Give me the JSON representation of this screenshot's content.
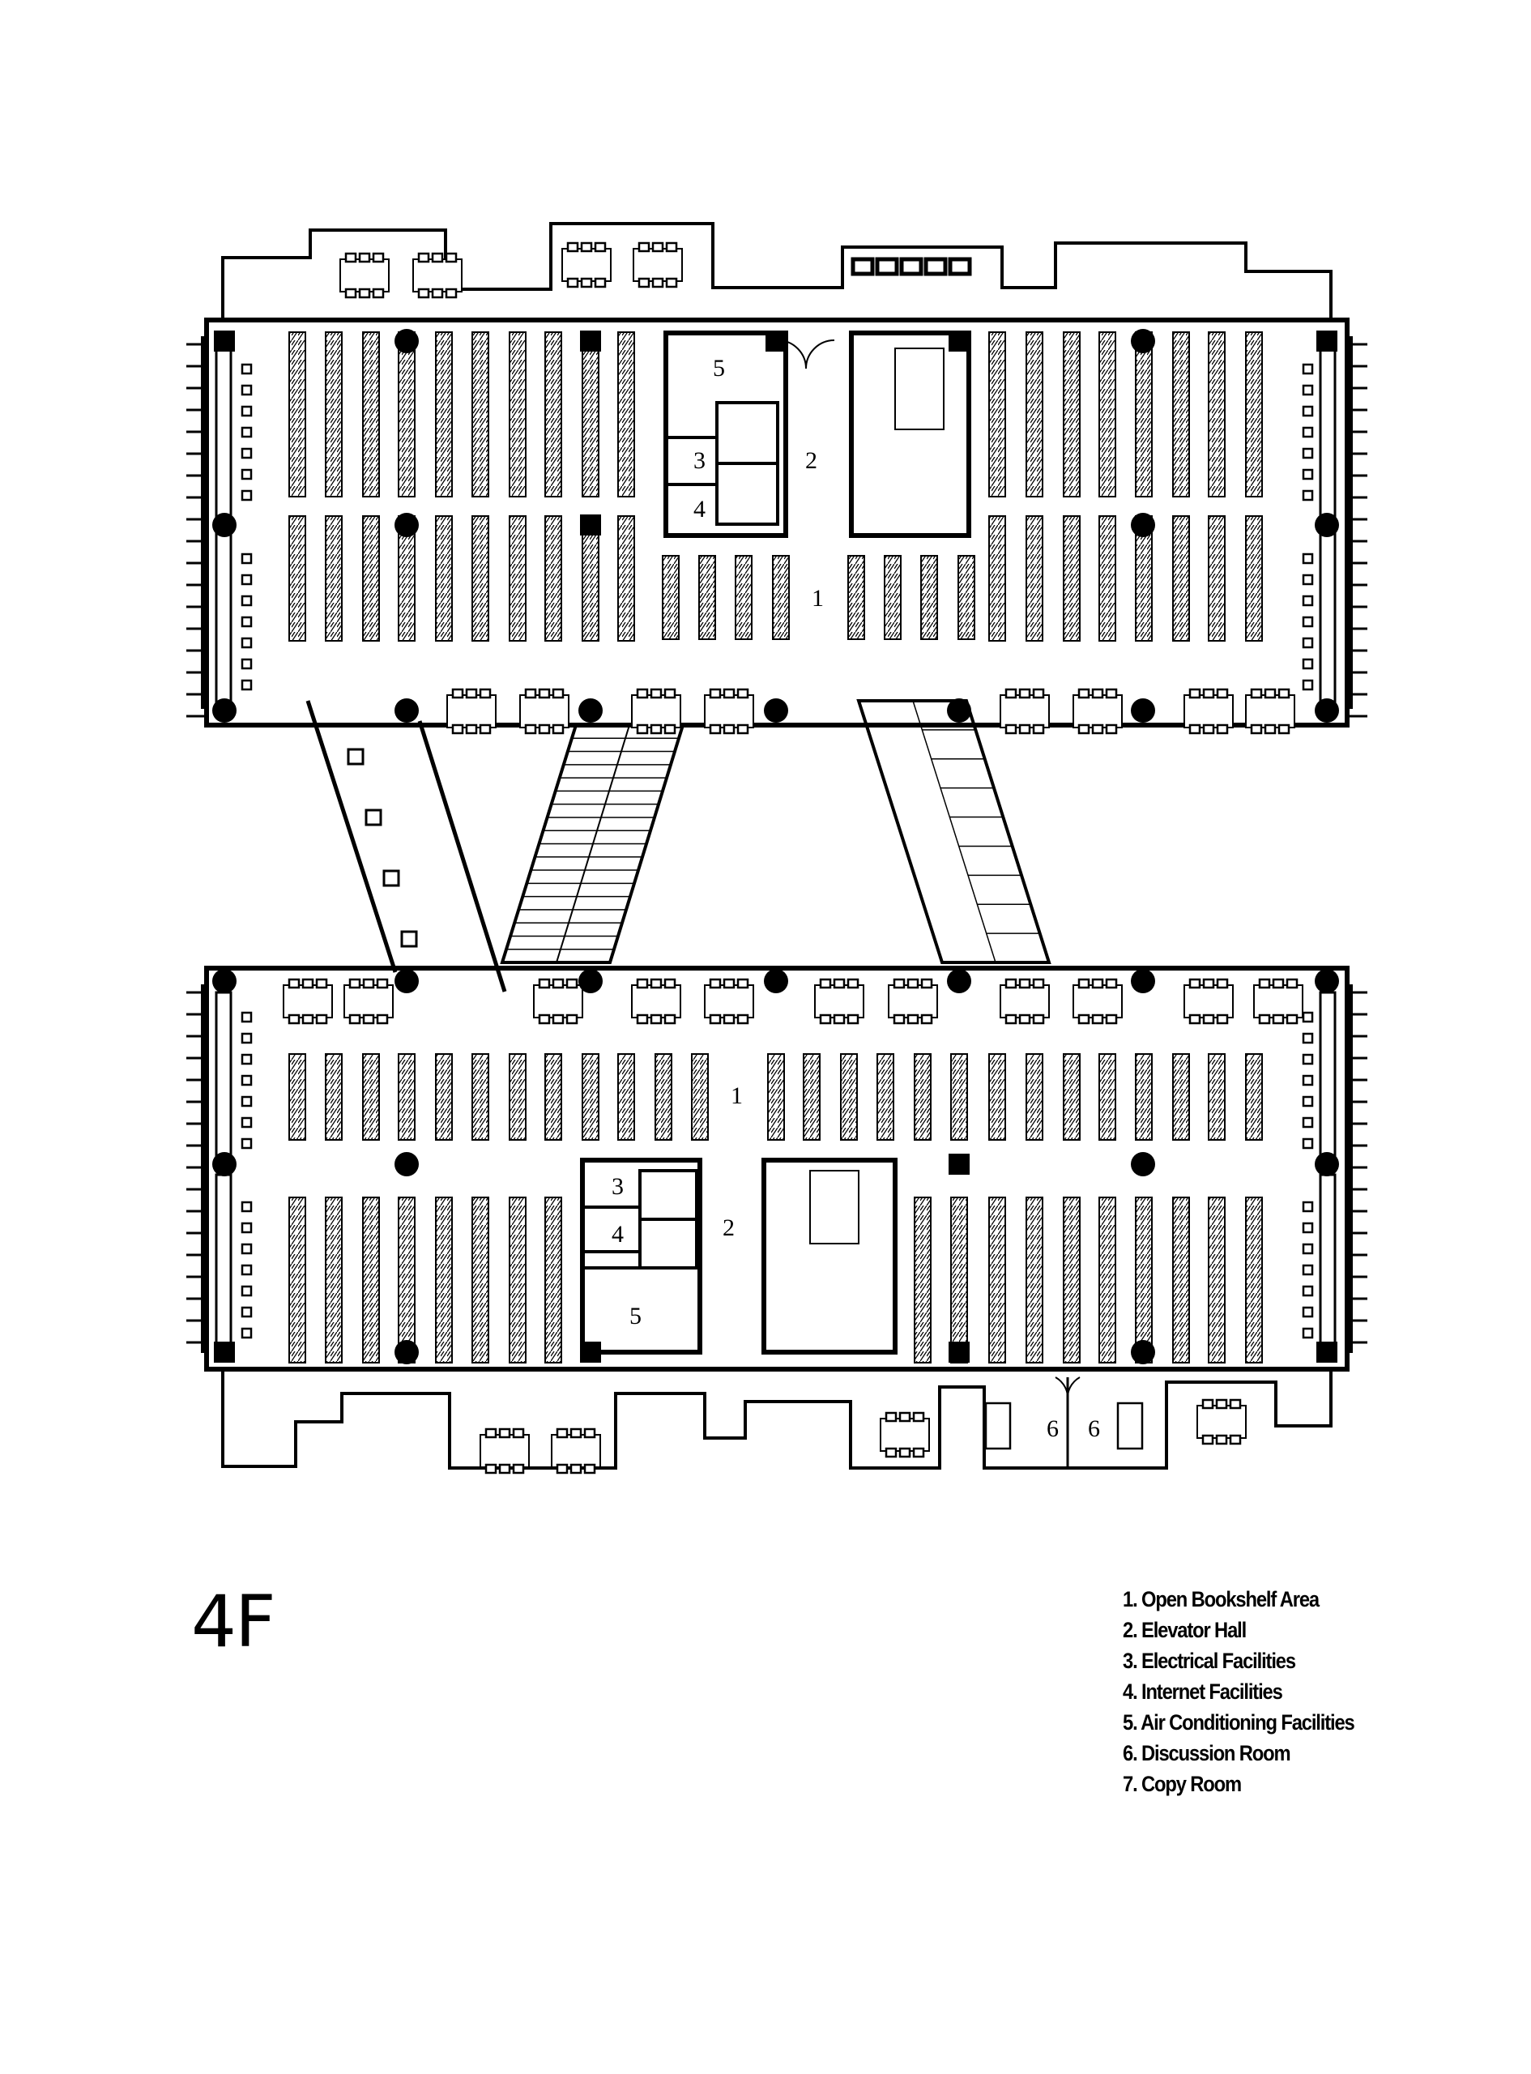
{
  "floor": "4F",
  "legend": [
    "1. Open Bookshelf Area",
    "2. Elevator Hall",
    "3. Electrical Facilities",
    "4. Internet Facilities",
    "5. Air Conditioning Facilities",
    "6. Discussion Room",
    "7. Copy Room"
  ],
  "room_numbers": {
    "open_area": "1",
    "elevator_hall": "2",
    "electrical": "3",
    "internet": "4",
    "air_conditioning": "5",
    "discussion": "6"
  }
}
